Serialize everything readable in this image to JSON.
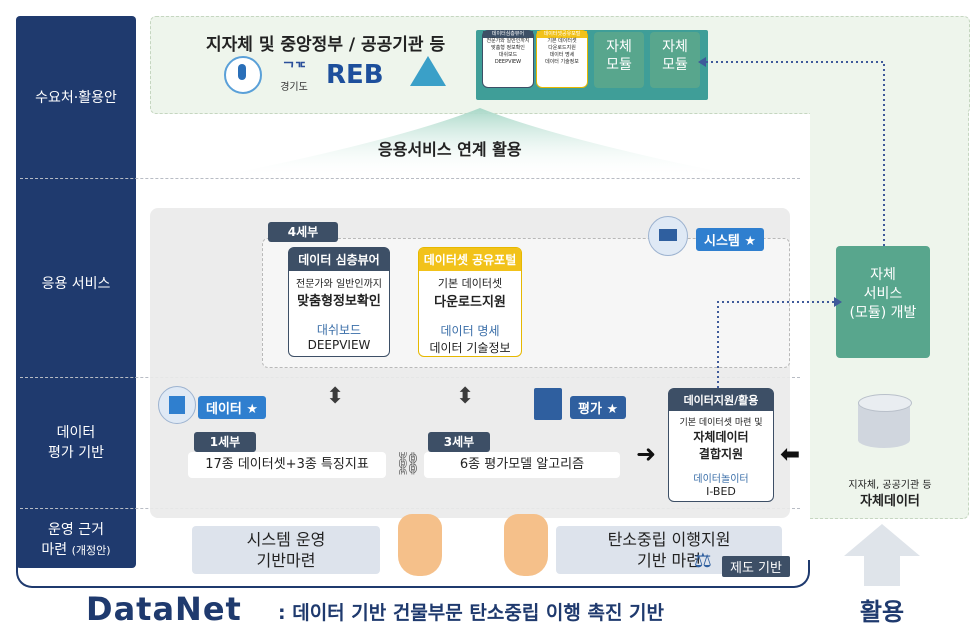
{
  "rows": {
    "demand": "수요처·활용안",
    "app_service": "응용 서비스",
    "data_eval_line1": "데이터",
    "data_eval_line2": "평가 기반",
    "ops_line1": "운영 근거",
    "ops_line2a": "마련",
    "ops_line2b": "(개정안)"
  },
  "top": {
    "title": "지자체 및 중앙정부 / 공공기관 등",
    "logos": [
      "경기도",
      "REB"
    ],
    "mini_cards": [
      {
        "head": "데이터심층뷰어",
        "lines": [
          "전문가와 일반인까지",
          "맞춤형 정보확인",
          "대쉬보드",
          "DEEPVIEW"
        ]
      },
      {
        "head": "데이터셋공유포털",
        "lines": [
          "기본 데이터셋",
          "다운로드지원",
          "데이터 명세",
          "데이터 기술정보"
        ]
      }
    ],
    "module1": [
      "자체",
      "모듈"
    ],
    "module2": [
      "자체",
      "모듈"
    ],
    "link_label": "응용서비스 연계 활용"
  },
  "app": {
    "tag_4": "4세부",
    "card1": {
      "head": "데이터 심층뷰어",
      "sub": "전문가와 일반인까지",
      "main": "맞춤형정보확인",
      "l1": "대쉬보드",
      "l2": "DEEPVIEW"
    },
    "card2": {
      "head": "데이터셋 공유포털",
      "sub": "기본 데이터셋",
      "main": "다운로드지원",
      "l1": "데이터 명세",
      "l2": "데이터 기술정보"
    },
    "system_badge": "시스템 ★"
  },
  "data": {
    "data_badge": "데이터 ★",
    "eval_badge": "평가 ★",
    "tag_1": "1세부",
    "box1": "17종 데이터셋+3종 특징지표",
    "tag_3": "3세부",
    "box3": "6종 평가모델 알고리즘",
    "support_head": "데이터지원/활용",
    "support_sub": "기본 데이터셋 마련 및",
    "support_main1": "자체데이터",
    "support_main2": "결합지원",
    "support_l1": "데이터놀이터",
    "support_l2": "I-BED"
  },
  "right": {
    "dev": [
      "자체",
      "서비스",
      "(모듈) 개발"
    ],
    "db_sub": "지자체, 공공기관 등",
    "db_main": "자체데이터",
    "use": "활용"
  },
  "ops": {
    "left": [
      "시스템 운영",
      "기반마련"
    ],
    "right": [
      "탄소중립 이행지원",
      "기반 마련"
    ],
    "law_badge": "제도 기반"
  },
  "footer": {
    "brand": "DataNet",
    "text": ": 데이터 기반 건물부문 탄소중립 이행 촉진 기반"
  },
  "colors": {
    "navy": "#1f3a6e",
    "teal": "#58a68d",
    "green_bg": "#eef5ec",
    "yellow": "#f2c21a"
  }
}
